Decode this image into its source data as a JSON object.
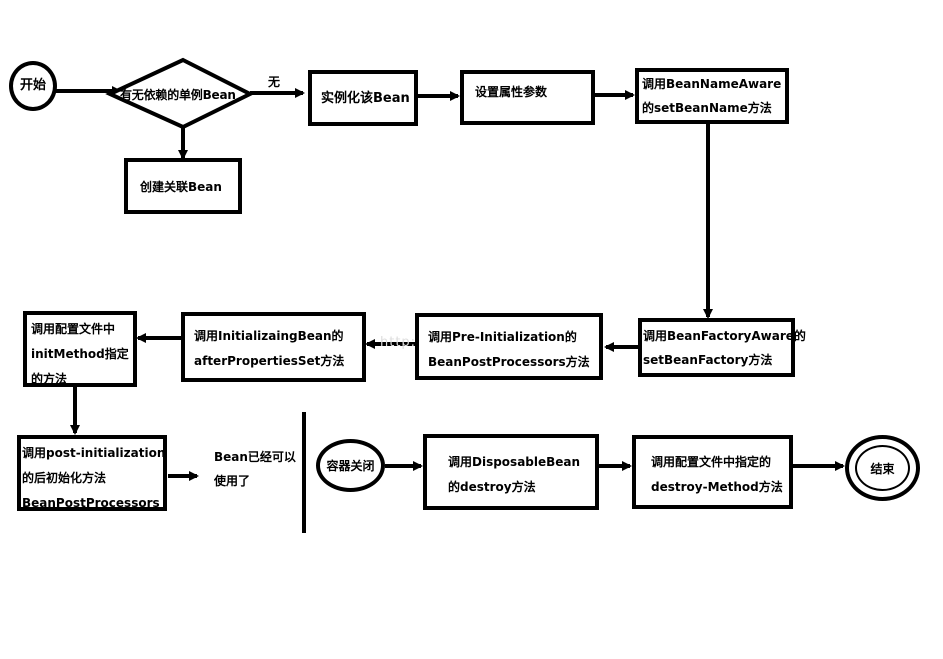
{
  "nodes": {
    "start": "开始",
    "decision": "有无依赖的单例Bean",
    "decision_no_label": "无",
    "create_dependency": "创建关联Bean",
    "instantiate": "实例化该Bean",
    "set_properties": "设置属性参数",
    "bean_name_aware": "调用BeanNameAware\n的setBeanName方法",
    "bean_factory_aware": "调用BeanFactoryAware的\nsetBeanFactory方法",
    "pre_initialization": "调用Pre-Initialization的\nBeanPostProcessors方法",
    "initializing_bean": "调用InitializaingBean的\nafterPropertiesSet方法",
    "init_method": "调用配置文件中\ninitMethod指定\n的方法",
    "post_initialization": "调用post-initialization\n的后初始化方法\nBeanPostProcessors",
    "bean_ready": "Bean已经可以\n使用了",
    "container_close": "容器关闭",
    "disposable_bean": "调用DisposableBean\n的destroy方法",
    "destroy_method": "调用配置文件中指定的\ndestroy-Method方法",
    "end": "结束"
  },
  "watermark": "http://blog.csdn.net/"
}
